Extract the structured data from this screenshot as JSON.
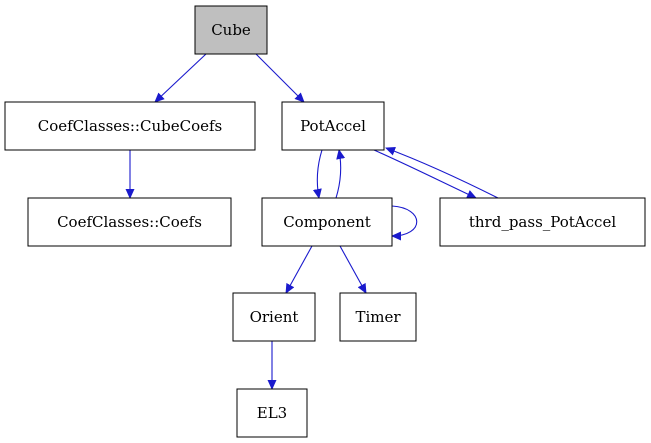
{
  "diagram": {
    "type": "class-collaboration-graph",
    "colors": {
      "edge": "#1a1acd",
      "node_fill": "#ffffff",
      "focus_fill": "#bfbfbf",
      "border": "#000000"
    },
    "nodes": {
      "cube": {
        "label": "Cube",
        "focus": true
      },
      "cubecoefs": {
        "label": "CoefClasses::CubeCoefs",
        "focus": false
      },
      "potaccel": {
        "label": "PotAccel",
        "focus": false
      },
      "coefs": {
        "label": "CoefClasses::Coefs",
        "focus": false
      },
      "component": {
        "label": "Component",
        "focus": false
      },
      "thrd": {
        "label": "thrd_pass_PotAccel",
        "focus": false
      },
      "orient": {
        "label": "Orient",
        "focus": false
      },
      "timer": {
        "label": "Timer",
        "focus": false
      },
      "el3": {
        "label": "EL3",
        "focus": false
      }
    },
    "edges": [
      {
        "from": "cube",
        "to": "cubecoefs"
      },
      {
        "from": "cube",
        "to": "potaccel"
      },
      {
        "from": "cubecoefs",
        "to": "coefs"
      },
      {
        "from": "potaccel",
        "to": "component"
      },
      {
        "from": "component",
        "to": "potaccel"
      },
      {
        "from": "potaccel",
        "to": "thrd"
      },
      {
        "from": "thrd",
        "to": "potaccel"
      },
      {
        "from": "component",
        "to": "component"
      },
      {
        "from": "component",
        "to": "orient"
      },
      {
        "from": "component",
        "to": "timer"
      },
      {
        "from": "orient",
        "to": "el3"
      }
    ]
  }
}
